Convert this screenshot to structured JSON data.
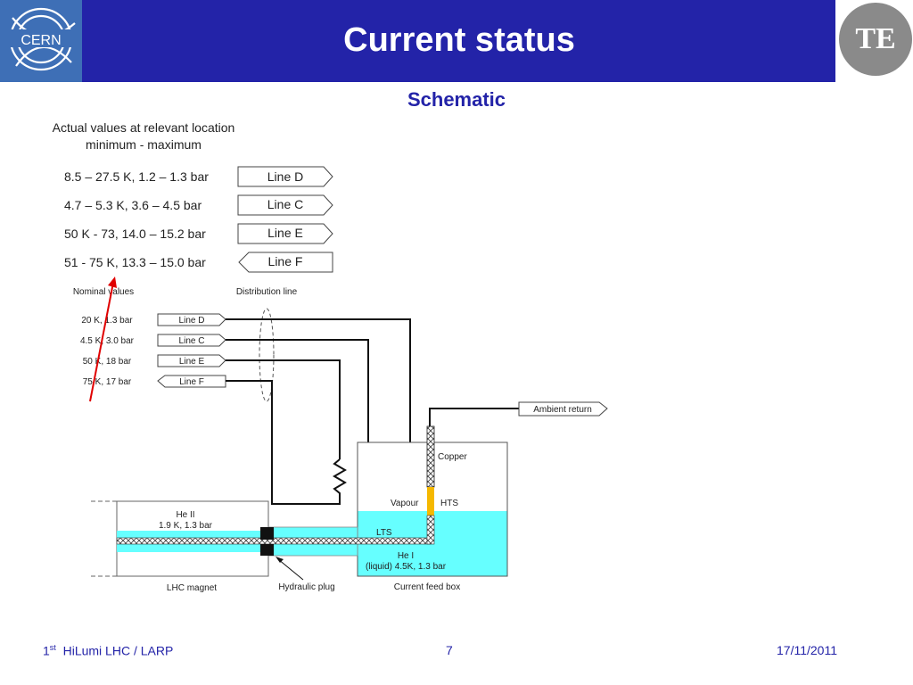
{
  "header": {
    "logo_text": "CERN",
    "title": "Current status",
    "te_logo_text": "TE"
  },
  "subtitle": "Schematic",
  "callout": {
    "title_line1": "Actual values at relevant location",
    "title_line2": "minimum - maximum",
    "rows": [
      {
        "values": "8.5 – 27.5 K, 1.2 – 1.3 bar",
        "line": "Line D",
        "direction": "right"
      },
      {
        "values": "4.7 – 5.3 K, 3.6 – 4.5 bar",
        "line": "Line C",
        "direction": "right"
      },
      {
        "values": "50 K - 73, 14.0 – 15.2 bar",
        "line": "Line E",
        "direction": "right"
      },
      {
        "values": "51 - 75 K, 13.3 – 15.0 bar",
        "line": "Line F",
        "direction": "left"
      }
    ]
  },
  "diagram": {
    "nominal_header": "Nominal values",
    "distribution_header": "Distribution line",
    "nominal_rows": [
      {
        "values": "20 K, 1.3 bar",
        "line": "Line D"
      },
      {
        "values": "4.5 K, 3.0 bar",
        "line": "Line C"
      },
      {
        "values": "50 K, 18 bar",
        "line": "Line E"
      },
      {
        "values": "75 K, 17 bar",
        "line": "Line F"
      }
    ],
    "ambient_return": "Ambient return",
    "copper": "Copper",
    "vapour": "Vapour",
    "hts": "HTS",
    "lts": "LTS",
    "he2_line1": "He II",
    "he2_line2": "1.9 K, 1.3 bar",
    "he1_line1": "He I",
    "he1_line2": "(liquid) 4.5K, 1.3 bar",
    "lhc_magnet": "LHC magnet",
    "hydraulic_plug": "Hydraulic plug",
    "current_feed_box": "Current feed box",
    "colors": {
      "helium": "#66ffff",
      "hts": "#f5b800",
      "arrow": "#e00000",
      "header": "#2323a8"
    }
  },
  "footer": {
    "event_ordinal": "1",
    "event_sup": "st",
    "event_name": "HiLumi LHC / LARP",
    "page": "7",
    "date": "17/11/2011"
  }
}
